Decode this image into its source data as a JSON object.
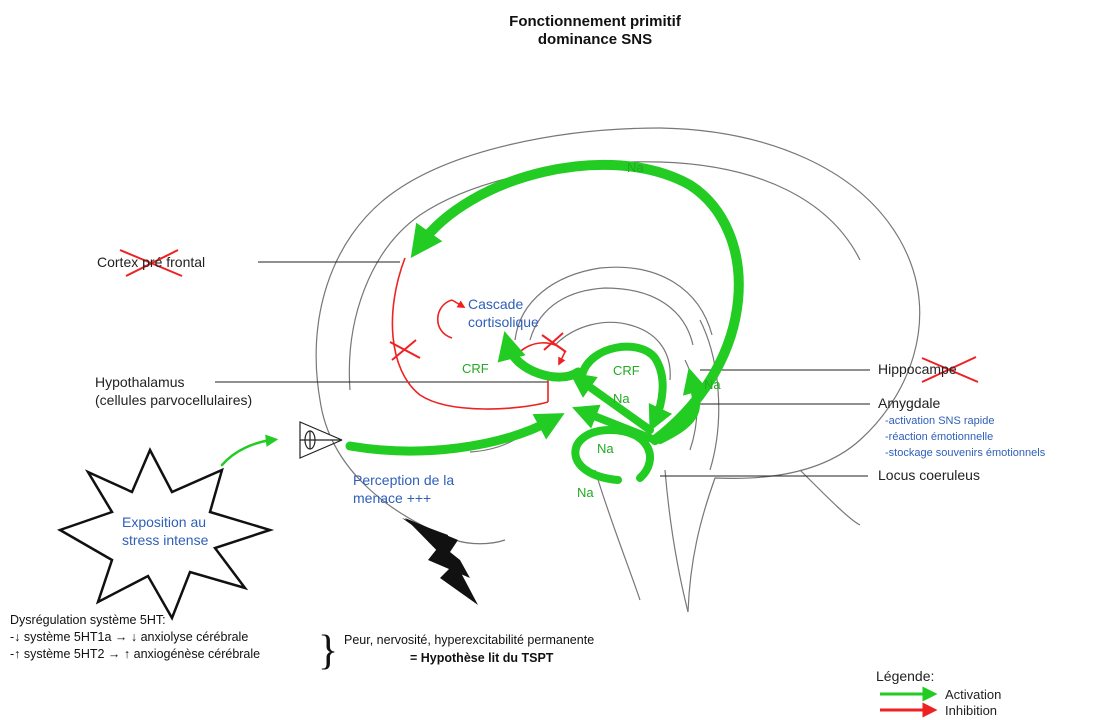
{
  "title": {
    "line1": "Fonctionnement primitif",
    "line2": "dominance SNS"
  },
  "labels": {
    "cortex": "Cortex pré frontal",
    "hypothalamus": "Hypothalamus",
    "hypothalamus_sub": "(cellules parvocellulaires)",
    "hippocampe": "Hippocampe",
    "amygdale": "Amygdale",
    "amygdale_notes": [
      "-activation SNS rapide",
      "-réaction émotionnelle",
      "-stockage souvenirs émotionnels"
    ],
    "locus": "Locus coeruleus",
    "cascade": [
      "Cascade",
      "cortisolique"
    ],
    "perception": [
      "Perception de la",
      "menace +++"
    ],
    "stress": [
      "Exposition au",
      "stress intense"
    ],
    "crf": [
      "CRF",
      "CRF"
    ],
    "na": [
      "Na",
      "Na",
      "Na",
      "Na",
      "Na"
    ]
  },
  "serotonin": {
    "heading": "Dysrégulation système 5HT:",
    "line1": "-↓ système 5HT1a → ↓ anxiolyse cérébrale",
    "line2": "-↑ système 5HT2 → ↑ anxiogénèse cérébrale",
    "outcome": "Peur, nervosité, hyperexcitabilité permanente",
    "conclusion": "= Hypothèse lit du TSPT"
  },
  "legend": {
    "title": "Légende:",
    "items": [
      {
        "label": "Activation",
        "color": "#22cc22"
      },
      {
        "label": "Inhibition",
        "color": "#ee2222"
      }
    ]
  },
  "colors": {
    "activation": "#22cc22",
    "inhibition": "#ee2222",
    "text_blue": "#2f5fb8"
  }
}
